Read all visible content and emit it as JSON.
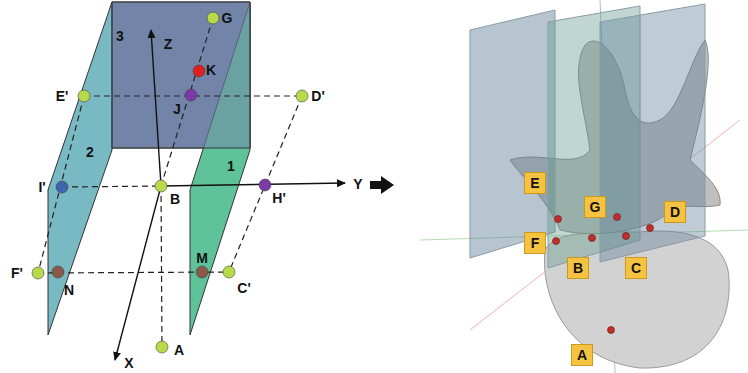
{
  "diagram": {
    "nodes": [
      {
        "text": [
          "E"
        ]
      },
      {
        "text": [
          "G"
        ]
      },
      {
        "text": [
          "D"
        ]
      },
      {
        "text": [
          "F"
        ]
      },
      {
        "text": [
          "B"
        ]
      },
      {
        "text": [
          "C"
        ]
      },
      {
        "text": [
          "A"
        ]
      }
    ],
    "labels": [
      "G",
      "Z",
      "3",
      "K",
      "E'",
      "J",
      "D'",
      "2",
      "I'",
      "B",
      "Y",
      "H'",
      "1",
      "F'",
      "N",
      "M",
      "C'",
      "X",
      "A"
    ]
  }
}
